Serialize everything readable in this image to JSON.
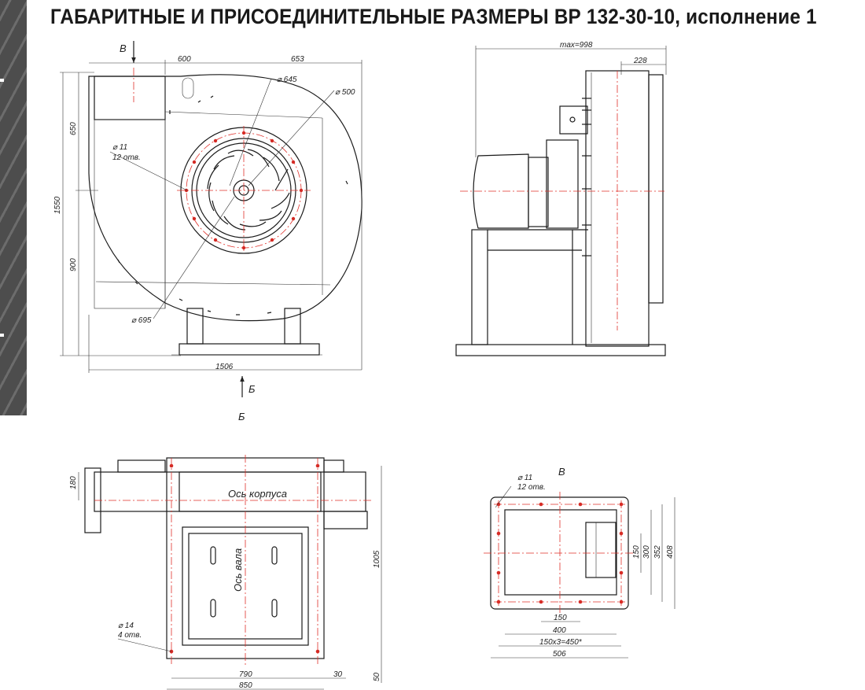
{
  "title": "ГАБАРИТНЫЕ И ПРИСОЕДИНИТЕЛЬНЫЕ РАЗМЕРЫ ВР 132-30-10, исполнение 1",
  "front_view": {
    "view_b_label": "В",
    "view_bb_label": "Б",
    "view_bb_caption": "Б",
    "dim_600": "600",
    "dim_653": "653",
    "dim_650": "650",
    "dim_1550": "1550",
    "dim_900": "900",
    "dim_1506": "1506",
    "dia_645": "⌀ 645",
    "dia_500": "⌀ 500",
    "dia_11": "⌀ 11",
    "holes_12": "12 отв.",
    "dia_695": "⌀ 695"
  },
  "side_view": {
    "dim_max998": "max=998",
    "dim_228": "228"
  },
  "bottom_view": {
    "dim_180": "180",
    "axis_body": "Ось корпуса",
    "axis_shaft": "Ось вала",
    "dim_1005": "1005",
    "dia_14": "⌀ 14",
    "holes_4": "4 отв.",
    "dim_790": "790",
    "dim_850": "850",
    "dim_30": "30",
    "dim_50": "50"
  },
  "flange_view": {
    "view_label": "В",
    "dia_11": "⌀ 11",
    "holes_12": "12 отв.",
    "dim_150v": "150",
    "dim_300": "300",
    "dim_352": "352",
    "dim_408": "408",
    "dim_150h": "150",
    "dim_400": "400",
    "dim_150x3": "150х3=450*",
    "dim_506": "506"
  }
}
